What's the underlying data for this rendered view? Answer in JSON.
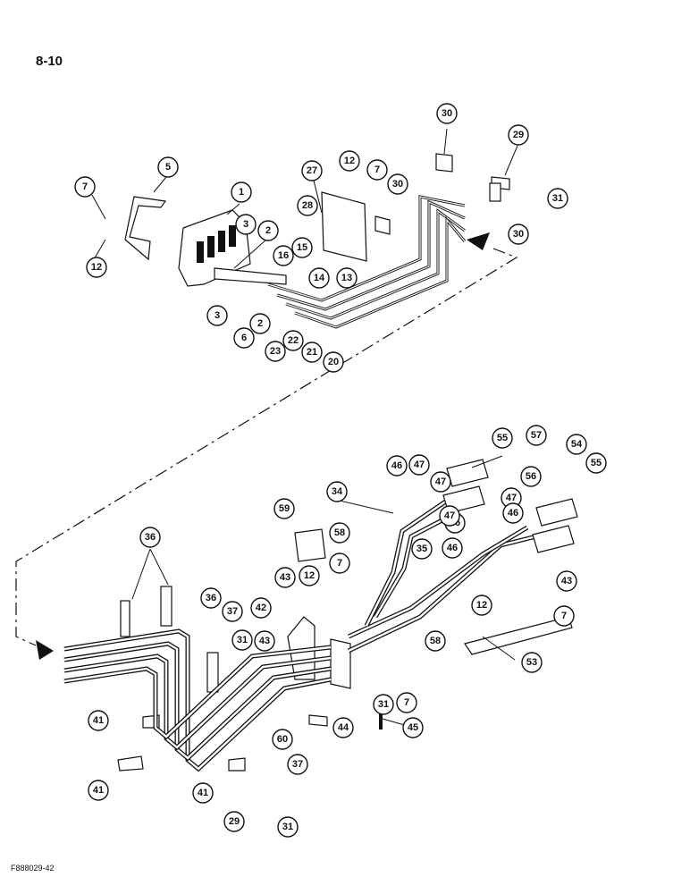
{
  "page_number": "8-10",
  "figure_code": "F888029-42",
  "callouts": [
    {
      "label": "7"
    },
    {
      "label": "5"
    },
    {
      "label": "12"
    },
    {
      "label": "1"
    },
    {
      "label": "3"
    },
    {
      "label": "2"
    },
    {
      "label": "3"
    },
    {
      "label": "6"
    },
    {
      "label": "2"
    },
    {
      "label": "16"
    },
    {
      "label": "15"
    },
    {
      "label": "14"
    },
    {
      "label": "13"
    },
    {
      "label": "23"
    },
    {
      "label": "22"
    },
    {
      "label": "21"
    },
    {
      "label": "20"
    },
    {
      "label": "27"
    },
    {
      "label": "28"
    },
    {
      "label": "12"
    },
    {
      "label": "7"
    },
    {
      "label": "30"
    },
    {
      "label": "30"
    },
    {
      "label": "29"
    },
    {
      "label": "31"
    },
    {
      "label": "30"
    },
    {
      "label": "55"
    },
    {
      "label": "57"
    },
    {
      "label": "54"
    },
    {
      "label": "46"
    },
    {
      "label": "47"
    },
    {
      "label": "56"
    },
    {
      "label": "55"
    },
    {
      "label": "34"
    },
    {
      "label": "47"
    },
    {
      "label": "59"
    },
    {
      "label": "58"
    },
    {
      "label": "46"
    },
    {
      "label": "47"
    },
    {
      "label": "36"
    },
    {
      "label": "35"
    },
    {
      "label": "46"
    },
    {
      "label": "43"
    },
    {
      "label": "12"
    },
    {
      "label": "7"
    },
    {
      "label": "47"
    },
    {
      "label": "46"
    },
    {
      "label": "43"
    },
    {
      "label": "36"
    },
    {
      "label": "37"
    },
    {
      "label": "42"
    },
    {
      "label": "12"
    },
    {
      "label": "7"
    },
    {
      "label": "31"
    },
    {
      "label": "43"
    },
    {
      "label": "58"
    },
    {
      "label": "53"
    },
    {
      "label": "7"
    },
    {
      "label": "31"
    },
    {
      "label": "41"
    },
    {
      "label": "44"
    },
    {
      "label": "45"
    },
    {
      "label": "60"
    },
    {
      "label": "41"
    },
    {
      "label": "41"
    },
    {
      "label": "37"
    },
    {
      "label": "29"
    },
    {
      "label": "31"
    }
  ]
}
